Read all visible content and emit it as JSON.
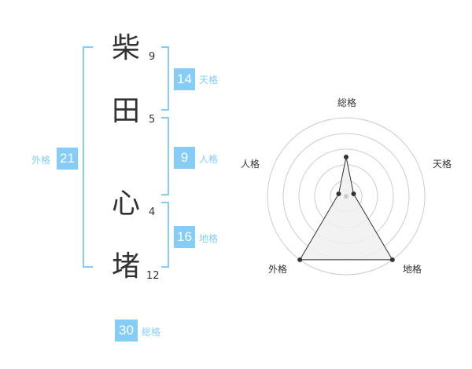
{
  "name": {
    "characters": [
      {
        "char": "柴",
        "strokes": "9"
      },
      {
        "char": "田",
        "strokes": "5"
      },
      {
        "char": "心",
        "strokes": "4"
      },
      {
        "char": "堵",
        "strokes": "12"
      }
    ]
  },
  "fortunes": {
    "tenkaku": {
      "value": "14",
      "label": "天格"
    },
    "jinkaku": {
      "value": "9",
      "label": "人格"
    },
    "chikaku": {
      "value": "16",
      "label": "地格"
    },
    "gaikaku": {
      "value": "21",
      "label": "外格"
    },
    "soukaku": {
      "value": "30",
      "label": "総格"
    }
  },
  "radar": {
    "axes": [
      "総格",
      "天格",
      "地格",
      "外格",
      "人格"
    ],
    "levels": 5,
    "values": [
      0.5,
      0.1,
      1.0,
      1.0,
      0.1
    ],
    "colors": {
      "grid": "#cccccc",
      "fill": "#f0f0f0",
      "line": "#333333",
      "dot": "#333333",
      "center": "#cccccc"
    }
  },
  "colors": {
    "accent": "#85cdf6",
    "bracket": "#85cdf6",
    "text": "#333333"
  }
}
